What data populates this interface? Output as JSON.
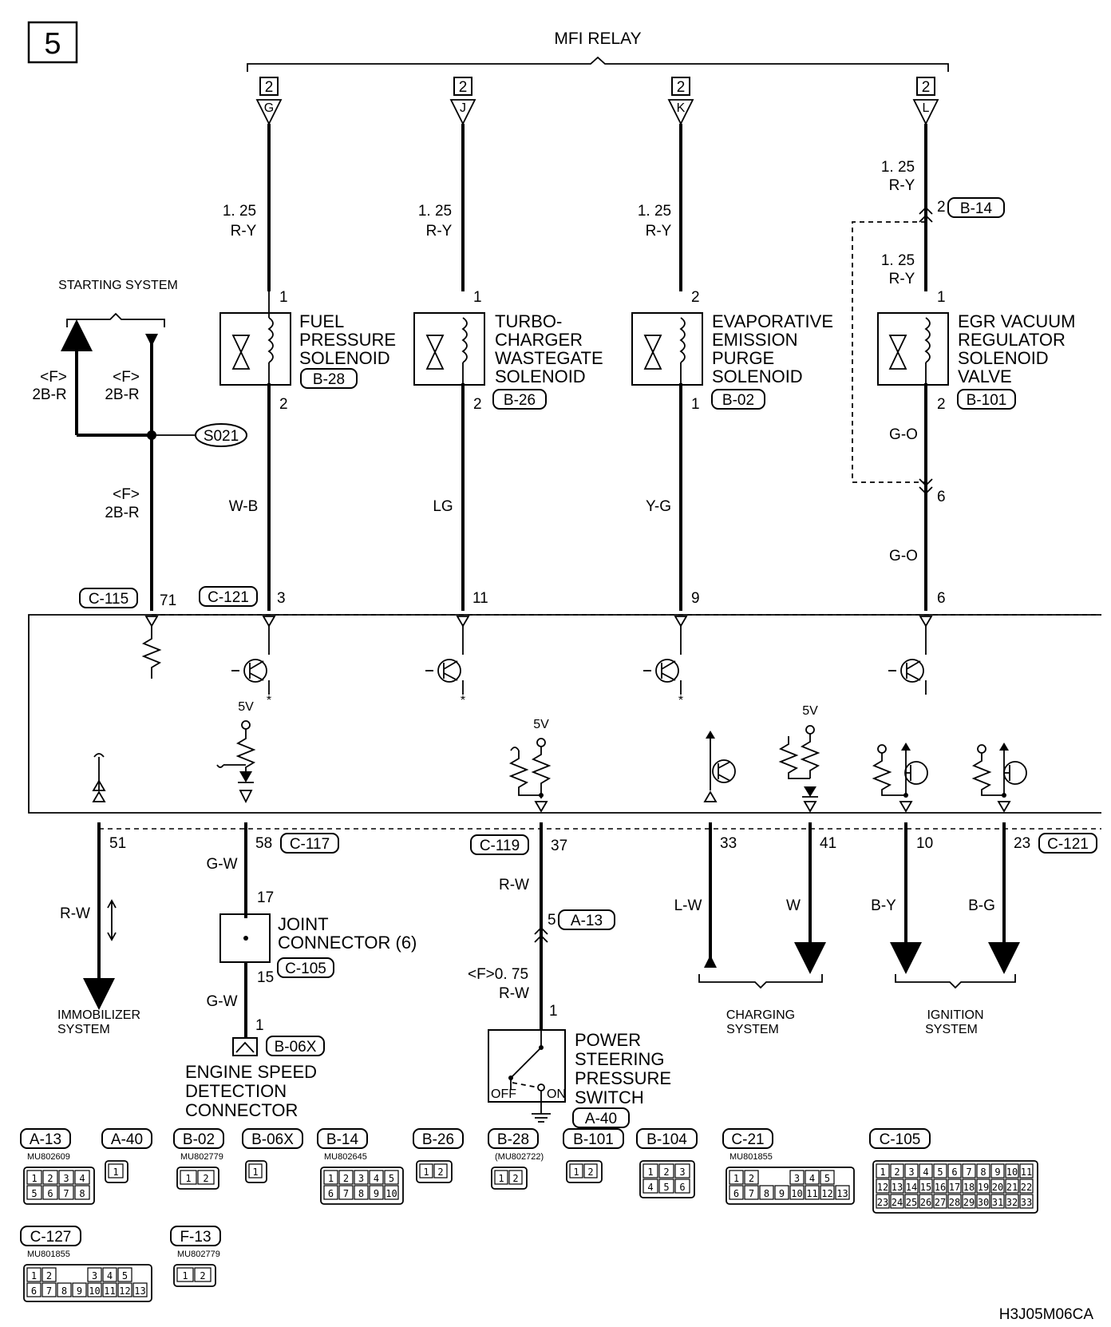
{
  "page_number": "5",
  "title": "MFI RELAY",
  "figure_code": "H3J05M06CA",
  "relay_terminals": [
    {
      "id": "t-g",
      "num": "2",
      "letter": "G"
    },
    {
      "id": "t-j",
      "num": "2",
      "letter": "J"
    },
    {
      "id": "t-k",
      "num": "2",
      "letter": "K"
    },
    {
      "id": "t-l",
      "num": "2",
      "letter": "L"
    }
  ],
  "starting_system": {
    "label": "STARTING SYSTEM",
    "wire_left": "2B-R",
    "wire_right": "2B-R",
    "wire_lower": "2B-R",
    "opt_left": "<F>",
    "opt_right": "<F>",
    "opt_lower": "<F>",
    "splice": "S021",
    "connector": "C-115",
    "pin": "71"
  },
  "fuel_pressure": {
    "name": "FUEL PRESSURE SOLENOID",
    "name_lines": [
      "FUEL",
      "PRESSURE",
      "SOLENOID"
    ],
    "connector": "B-28",
    "wire_top": "1. 25\nR-Y",
    "wire_top_gauge": "1. 25",
    "wire_top_color": "R-Y",
    "pin_in": "1",
    "pin_out": "2",
    "wire_bottom": "W-B",
    "ecm_connector": "C-121",
    "ecm_pin": "3"
  },
  "wastegate": {
    "name_lines": [
      "TURBO-",
      "CHARGER",
      "WASTEGATE",
      "SOLENOID"
    ],
    "connector": "B-26",
    "wire_top_gauge": "1. 25",
    "wire_top_color": "R-Y",
    "pin_in": "1",
    "pin_out": "2",
    "wire_bottom": "LG",
    "ecm_pin": "11"
  },
  "purge": {
    "name_lines": [
      "EVAPORATIVE",
      "EMISSION",
      "PURGE",
      "SOLENOID"
    ],
    "connector": "B-02",
    "wire_top_gauge": "1. 25",
    "wire_top_color": "R-Y",
    "pin_in": "2",
    "pin_out": "1",
    "wire_bottom": "Y-G",
    "ecm_pin": "9"
  },
  "egr": {
    "name_lines": [
      "EGR VACUUM",
      "REGULATOR",
      "SOLENOID",
      "VALVE"
    ],
    "connector": "B-101",
    "wire1_gauge": "1. 25",
    "wire1_color": "R-Y",
    "junction_connector": "B-14",
    "junction_pin": "2",
    "wire2_gauge": "1. 25",
    "wire2_color": "R-Y",
    "pin_in": "1",
    "pin_out": "2",
    "wire_mid": "G-O",
    "mid_pin": "6",
    "wire_bottom": "G-O",
    "ecm_pin": "6"
  },
  "voltage_labels": [
    "5V",
    "5V",
    "5V"
  ],
  "immobilizer": {
    "label_lines": [
      "IMMOBILIZER",
      "SYSTEM"
    ],
    "pin": "51",
    "wire": "R-W"
  },
  "engine_speed": {
    "ecm_pin": "58",
    "ecm_connector": "C-117",
    "wire_top": "G-W",
    "joint_pin_top": "17",
    "joint_name_lines": [
      "JOINT",
      "CONNECTOR (6)"
    ],
    "joint_connector": "C-105",
    "joint_pin_bottom": "15",
    "wire_bottom": "G-W",
    "terminal_pin": "1",
    "terminal_connector": "B-06X",
    "name_lines": [
      "ENGINE SPEED",
      "DETECTION",
      "CONNECTOR"
    ]
  },
  "ps_switch": {
    "ecm_connector": "C-119",
    "ecm_pin": "37",
    "wire_top": "R-W",
    "junction_pin": "5",
    "junction_connector": "A-13",
    "wire_lower_opt": "<F>0. 75",
    "wire_lower_color": "R-W",
    "switch_pin": "1",
    "off_label": "OFF",
    "on_label": "ON",
    "name_lines": [
      "POWER",
      "STEERING",
      "PRESSURE",
      "SWITCH"
    ],
    "connector": "A-40"
  },
  "charging": {
    "label_lines": [
      "CHARGING",
      "SYSTEM"
    ],
    "pin_a": "33",
    "wire_a": "L-W",
    "pin_b": "41",
    "wire_b": "W"
  },
  "ignition": {
    "label_lines": [
      "IGNITION",
      "SYSTEM"
    ],
    "pin_a": "10",
    "wire_a": "B-Y",
    "pin_b": "23",
    "wire_b": "B-G",
    "connector": "C-121"
  },
  "connector_legend": [
    {
      "id": "A-13",
      "part": "MU802609",
      "rows": [
        [
          "1",
          "2",
          "3",
          "4"
        ],
        [
          "5",
          "6",
          "7",
          "8"
        ]
      ]
    },
    {
      "id": "A-40",
      "part": "",
      "rows": [
        [
          "1"
        ]
      ]
    },
    {
      "id": "B-02",
      "part": "MU802779",
      "rows": [
        [
          "1",
          "2"
        ]
      ]
    },
    {
      "id": "B-06X",
      "part": "",
      "rows": [
        [
          "1"
        ]
      ]
    },
    {
      "id": "B-14",
      "part": "MU802645",
      "rows": [
        [
          "1",
          "2",
          "3",
          "4",
          "5"
        ],
        [
          "6",
          "7",
          "8",
          "9",
          "10"
        ]
      ]
    },
    {
      "id": "B-26",
      "part": "",
      "rows": [
        [
          "1",
          "2"
        ]
      ]
    },
    {
      "id": "B-28",
      "part": "(MU802722)",
      "rows": [
        [
          "1",
          "2"
        ]
      ]
    },
    {
      "id": "B-101",
      "part": "",
      "rows": [
        [
          "1",
          "2"
        ]
      ]
    },
    {
      "id": "B-104",
      "part": "",
      "rows": [
        [
          "1",
          "2",
          "3"
        ],
        [
          "4",
          "5",
          "6"
        ]
      ]
    },
    {
      "id": "C-21",
      "part": "MU801855",
      "rows": [
        [
          "1",
          "2",
          "",
          "",
          "3",
          "4",
          "5"
        ],
        [
          "6",
          "7",
          "8",
          "9",
          "10",
          "11",
          "12",
          "13"
        ]
      ]
    },
    {
      "id": "C-105",
      "part": "",
      "rows": [
        [
          "1",
          "2",
          "3",
          "4",
          "5",
          "6",
          "7",
          "8",
          "9",
          "10",
          "11"
        ],
        [
          "12",
          "13",
          "14",
          "15",
          "16",
          "17",
          "18",
          "19",
          "20",
          "21",
          "22"
        ],
        [
          "23",
          "24",
          "25",
          "26",
          "27",
          "28",
          "29",
          "30",
          "31",
          "32",
          "33"
        ]
      ]
    },
    {
      "id": "C-127",
      "part": "MU801855",
      "rows": [
        [
          "1",
          "2",
          "",
          "",
          "3",
          "4",
          "5"
        ],
        [
          "6",
          "7",
          "8",
          "9",
          "10",
          "11",
          "12",
          "13"
        ]
      ]
    },
    {
      "id": "F-13",
      "part": "MU802779",
      "rows": [
        [
          "1",
          "2"
        ]
      ]
    }
  ]
}
